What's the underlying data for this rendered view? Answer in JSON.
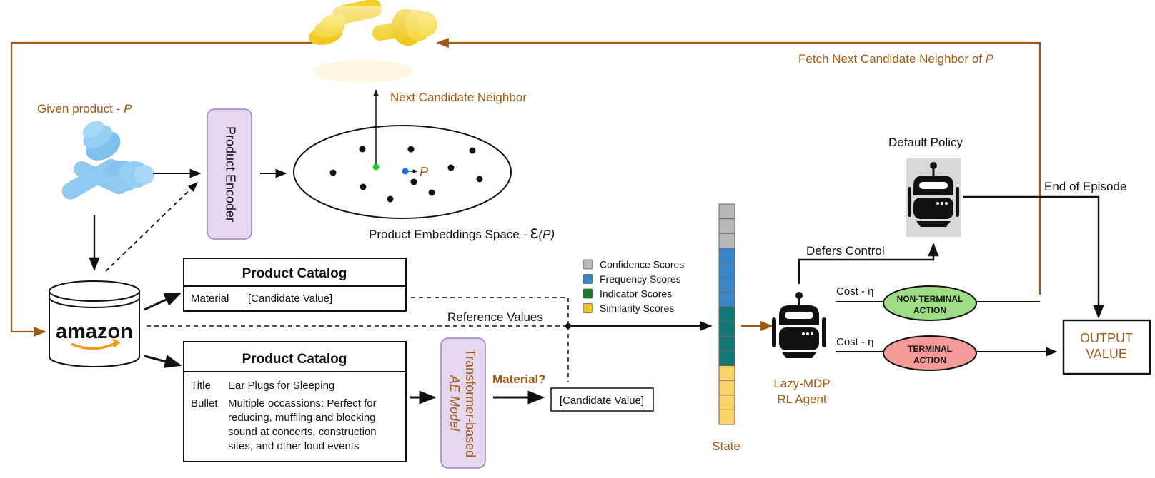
{
  "labels": {
    "given_product": "Given product - ",
    "given_product_var": "P",
    "next_candidate": "Next Candidate Neighbor",
    "fetch_next": "Fetch Next Candidate Neighbor of ",
    "fetch_next_var": "P",
    "product_encoder": "Product Encoder",
    "embedding_point": "P",
    "embeddings_space": "Product Embeddings Space - ",
    "embeddings_symbol": "ε",
    "embeddings_var": "(P)",
    "amazon": "amazon",
    "reference_values": "Reference Values",
    "material_question": "Material?",
    "candidate_value_box": "[Candidate Value]",
    "transformer_line1": "Transformer-based",
    "transformer_line2": "AE Model",
    "state": "State",
    "agent_line1": "Lazy-MDP",
    "agent_line2": "RL Agent",
    "default_policy": "Default Policy",
    "defers_control": "Defers Control",
    "end_of_episode": "End of Episode",
    "cost_eta_1": "Cost - η",
    "cost_eta_2": "Cost - η",
    "non_terminal_line1": "NON-TERMINAL",
    "non_terminal_line2": "ACTION",
    "terminal_line1": "TERMINAL",
    "terminal_line2": "ACTION",
    "output_line1": "OUTPUT",
    "output_line2": "VALUE"
  },
  "catalog_top": {
    "title": "Product Catalog",
    "rows": [
      {
        "key": "Material",
        "value": "[Candidate Value]"
      }
    ]
  },
  "catalog_bottom": {
    "title": "Product Catalog",
    "title_key": "Title",
    "title_value": "Ear Plugs for Sleeping",
    "bullet_key": "Bullet",
    "bullet_lines": [
      "Multiple occassions: Perfect for",
      "reducing, muffling and blocking",
      "sound at concerts, construction",
      "sites, and other loud events"
    ]
  },
  "legend": [
    {
      "label": "Confidence Scores",
      "color": "#b9b9b9"
    },
    {
      "label": "Frequency Scores",
      "color": "#3a85c6"
    },
    {
      "label": "Indicator Scores",
      "color": "#1d7a2a"
    },
    {
      "label": "Similarity Scores",
      "color": "#f1c232"
    }
  ],
  "state_vector": {
    "segments": [
      {
        "category": "Confidence Scores",
        "count": 3,
        "color": "#b9b9b9"
      },
      {
        "category": "Frequency Scores",
        "count": 4,
        "color": "#3a85c6"
      },
      {
        "category": "Indicator Scores",
        "count": 4,
        "color": "#127574"
      },
      {
        "category": "Similarity Scores",
        "count": 4,
        "color": "#fcd36a"
      }
    ]
  },
  "colors": {
    "accent_brown": "#9c5a12",
    "encoder_fill": "#e4d7ef",
    "encoder_stroke": "#9b83b8",
    "non_terminal_fill": "#9edc86",
    "terminal_fill": "#f59a98",
    "earplug_blue": "#8fc8f0",
    "earplug_yellow": "#f3d02a",
    "green_point": "#22cc22",
    "blue_point": "#1a66ee"
  }
}
